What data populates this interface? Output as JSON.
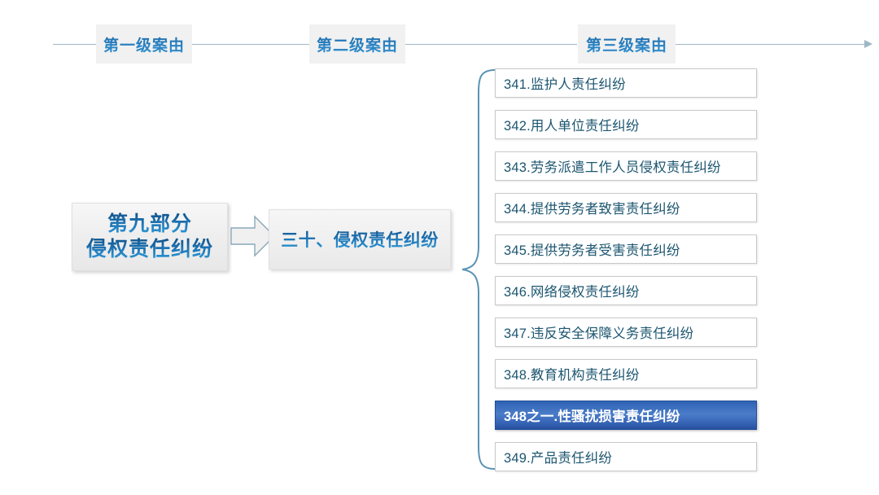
{
  "header": {
    "levels": [
      {
        "label": "第一级案由"
      },
      {
        "label": "第二级案由"
      },
      {
        "label": "第三级案由"
      }
    ]
  },
  "part": {
    "line1": "第九部分",
    "line2": "侵权责任纠纷"
  },
  "level2": {
    "label": "三十、侵权责任纠纷"
  },
  "level3": {
    "items": [
      {
        "label": "341.监护人责任纠纷",
        "highlighted": false
      },
      {
        "label": "342.用人单位责任纠纷",
        "highlighted": false
      },
      {
        "label": "343.劳务派遣工作人员侵权责任纠纷",
        "highlighted": false
      },
      {
        "label": "344.提供劳务者致害责任纠纷",
        "highlighted": false
      },
      {
        "label": "345.提供劳务者受害责任纠纷",
        "highlighted": false
      },
      {
        "label": "346.网络侵权责任纠纷",
        "highlighted": false
      },
      {
        "label": "347.违反安全保障义务责任纠纷",
        "highlighted": false
      },
      {
        "label": "348.教育机构责任纠纷",
        "highlighted": false
      },
      {
        "label": "348之一.性骚扰损害责任纠纷",
        "highlighted": true
      },
      {
        "label": "349.产品责任纠纷",
        "highlighted": false
      }
    ]
  },
  "colors": {
    "rail": "#9fb7c4",
    "label_bg": "#F1F1F1",
    "text_blue": "#1C5670",
    "highlight_blue": "#3A6DC0",
    "brace": "#5a93b5"
  }
}
